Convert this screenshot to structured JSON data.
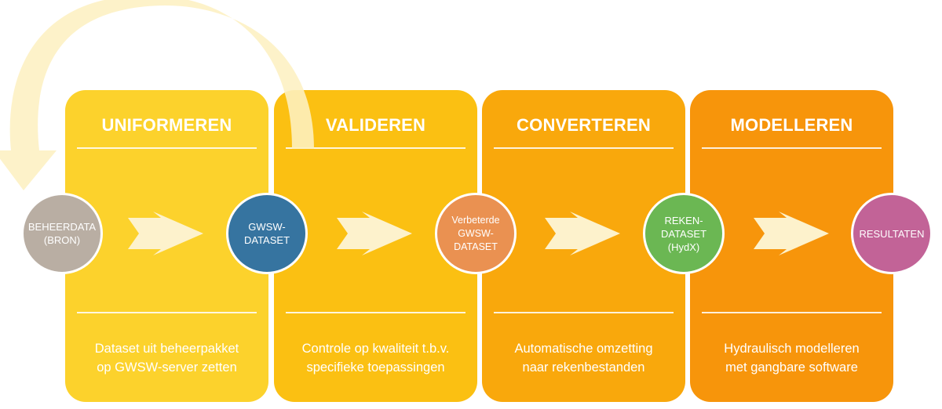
{
  "stages": [
    {
      "title": "UNIFORMEREN",
      "description": [
        "Dataset uit beheerpakket",
        "op GWSW-server zetten"
      ],
      "color": "#fcd22c"
    },
    {
      "title": "VALIDEREN",
      "description": [
        "Controle op kwaliteit t.b.v.",
        "specifieke toepassingen"
      ],
      "color": "#fbc012"
    },
    {
      "title": "CONVERTEREN",
      "description": [
        "Automatische omzetting",
        "naar rekenbestanden"
      ],
      "color": "#f9a80c"
    },
    {
      "title": "MODELLEREN",
      "description": [
        "Hydraulisch modelleren",
        "met gangbare software"
      ],
      "color": "#f7950b"
    }
  ],
  "nodes": [
    {
      "lines": [
        "BEHEERDATA",
        "(BRON)"
      ],
      "color": "#b9aea3"
    },
    {
      "lines": [
        "GWSW-",
        "DATASET"
      ],
      "color": "#3674a0"
    },
    {
      "lines": [
        "Verbeterde",
        "GWSW-",
        "DATASET"
      ],
      "color": "#ea9151"
    },
    {
      "lines": [
        "REKEN-",
        "DATASET",
        "(HydX)"
      ],
      "color": "#6bb753"
    },
    {
      "lines": [
        "RESULTATEN"
      ],
      "color": "#c26397"
    }
  ],
  "feedback_arrow": {
    "from": "VALIDEREN",
    "to": "BEHEERDATA (BRON)",
    "color": "#fdf0c2"
  },
  "flow_arrow_color": "#fdf2cc"
}
